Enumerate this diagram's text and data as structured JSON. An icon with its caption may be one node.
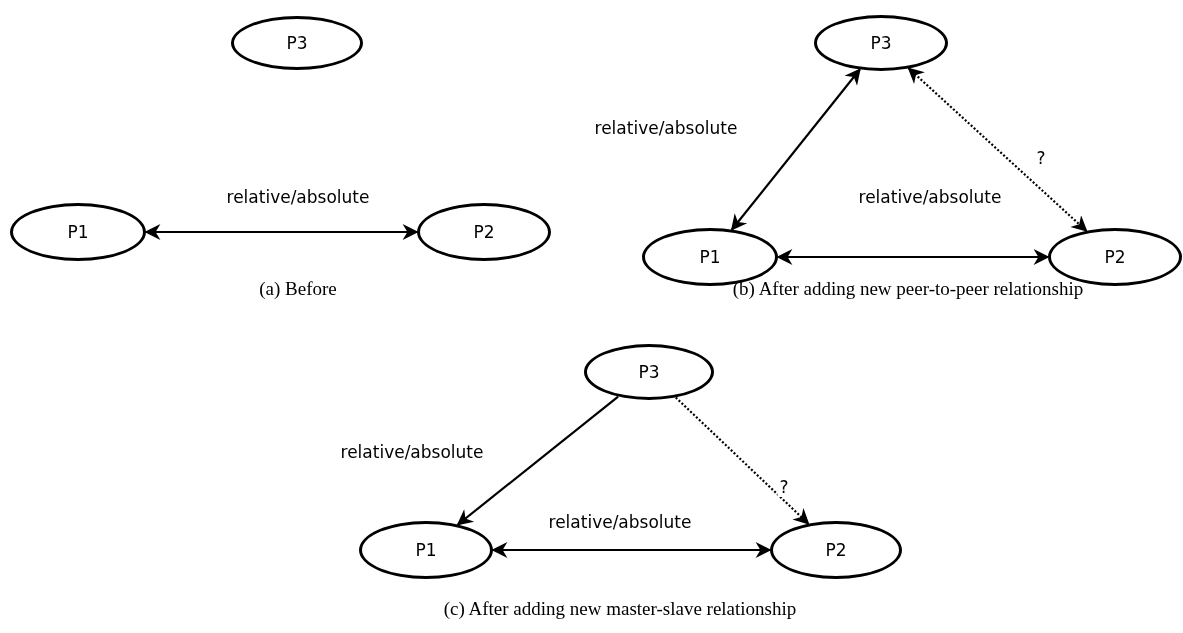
{
  "diagram": {
    "nodes": [
      {
        "text": [
          "P3"
        ]
      },
      {
        "text": [
          "P1"
        ]
      },
      {
        "text": [
          "P2"
        ]
      },
      {
        "text": [
          "P3"
        ]
      },
      {
        "text": [
          "P1"
        ]
      },
      {
        "text": [
          "P2"
        ]
      },
      {
        "text": [
          "P3"
        ]
      },
      {
        "text": [
          "P1"
        ]
      },
      {
        "text": [
          "P2"
        ]
      }
    ],
    "edges": [
      {
        "from": 1,
        "to": 2,
        "arrow": "both",
        "label": "relative/absolute"
      },
      {
        "from": 4,
        "to": 3,
        "arrow": "both",
        "label": "relative/absolute"
      },
      {
        "from": 3,
        "to": 5,
        "arrow": "both",
        "label": "?",
        "style": "dashed"
      },
      {
        "from": 4,
        "to": 5,
        "arrow": "both",
        "label": "relative/absolute"
      },
      {
        "from": 6,
        "to": 7,
        "arrow": "to",
        "label": "relative/absolute"
      },
      {
        "from": 6,
        "to": 8,
        "arrow": "to",
        "label": "?",
        "style": "dashed"
      },
      {
        "from": 7,
        "to": 8,
        "arrow": "both",
        "label": "relative/absolute"
      }
    ],
    "labels": [
      "(a) Before",
      "(b) After adding new peer-to-peer relationship",
      "(c) After adding new master-slave relationship"
    ]
  }
}
